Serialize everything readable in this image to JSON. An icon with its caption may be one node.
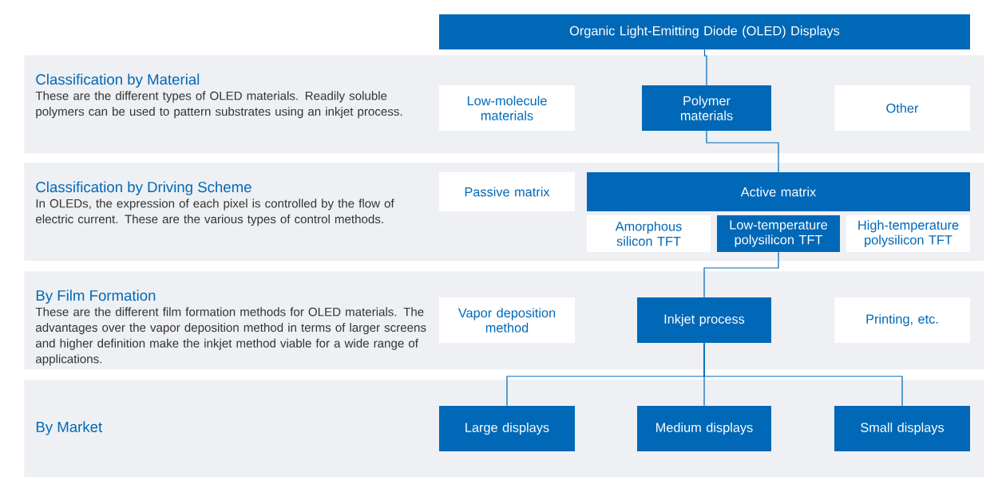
{
  "diagram": {
    "nodes": [
      {
        "text": [
          "Organic Light-Emitting Diode (OLED) Displays"
        ]
      },
      {
        "text": [
          "Classification by Material",
          "These are the different types of OLED materials. Readily soluble polymers can be used to pattern substrates using an inkjet process."
        ]
      },
      {
        "text": [
          "Low-molecule materials"
        ],
        "in": 1
      },
      {
        "text": [
          "Polymer materials"
        ],
        "in": 1
      },
      {
        "text": [
          "Other"
        ],
        "in": 1
      },
      {
        "text": [
          "Classification by Driving Scheme",
          "In OLEDs, the expression of each pixel is controlled by the flow of electric current. These are the various types of control methods."
        ]
      },
      {
        "text": [
          "Passive matrix"
        ],
        "in": 5
      },
      {
        "text": [
          "Active matrix"
        ],
        "in": 5
      },
      {
        "text": [
          "Amorphous silicon TFT"
        ],
        "in": 5
      },
      {
        "text": [
          "Low-temperature polysilicon TFT"
        ],
        "in": 5
      },
      {
        "text": [
          "High-temperature polysilicon TFT"
        ],
        "in": 5
      },
      {
        "text": [
          "By Film Formation",
          "These are the different film formation methods for OLED materials. The advantages over the vapor deposition method in terms of larger screens and higher definition make the inkjet method viable for a wide range of applications."
        ]
      },
      {
        "text": [
          "Vapor deposition method"
        ],
        "in": 11
      },
      {
        "text": [
          "Inkjet process"
        ],
        "in": 11
      },
      {
        "text": [
          "Printing, etc."
        ],
        "in": 11
      },
      {
        "text": [
          "By Market"
        ]
      },
      {
        "text": [
          "Large displays"
        ],
        "in": 15
      },
      {
        "text": [
          "Medium displays"
        ],
        "in": 15
      },
      {
        "text": [
          "Small displays"
        ],
        "in": 15
      }
    ],
    "edges": [
      {
        "from": 0,
        "to": 3,
        "arrow": "none"
      },
      {
        "from": 3,
        "to": 7,
        "arrow": "none"
      },
      {
        "from": 9,
        "to": 13,
        "arrow": "none"
      },
      {
        "from": 13,
        "to": 16,
        "arrow": "none"
      },
      {
        "from": 13,
        "to": 17,
        "arrow": "none"
      },
      {
        "from": 13,
        "to": 18,
        "arrow": "none"
      }
    ]
  }
}
